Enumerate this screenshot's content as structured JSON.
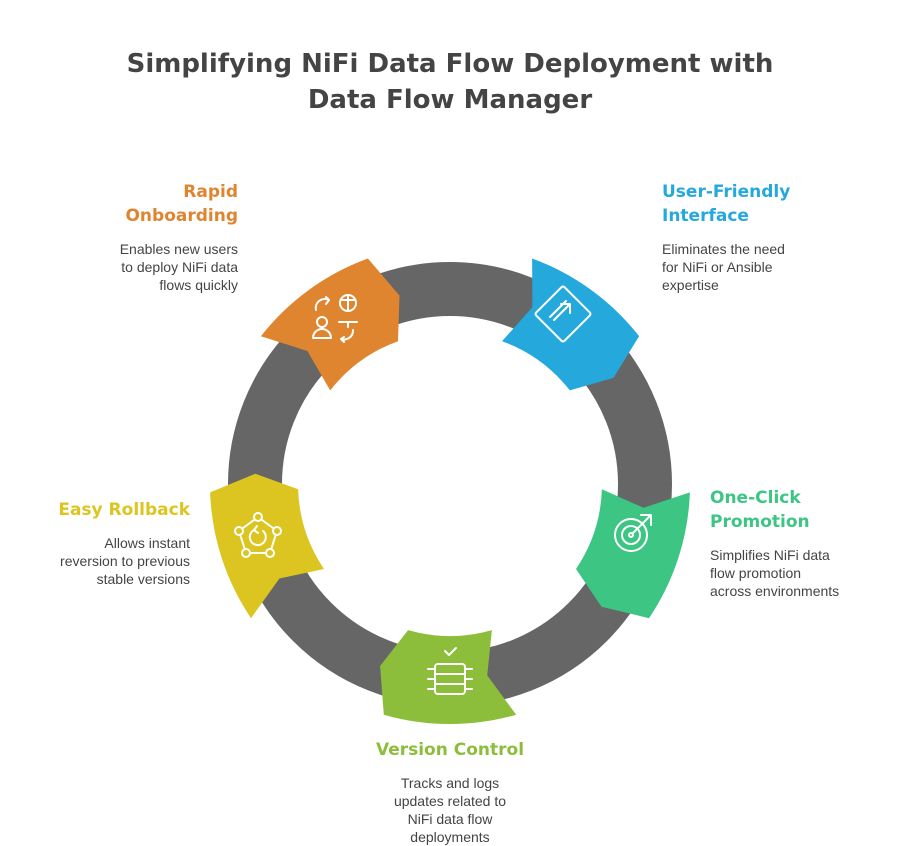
{
  "title": [
    "Simplifying NiFi Data Flow Deployment with",
    "Data Flow Manager"
  ],
  "steps": [
    {
      "heading": [
        "User-Friendly",
        "Interface"
      ],
      "description": [
        "Eliminates the need",
        "for NiFi or Ansible",
        "expertise"
      ],
      "color": "#25A9DD",
      "icon": "pointer-cursor-icon"
    },
    {
      "heading": [
        "One-Click",
        "Promotion"
      ],
      "description": [
        "Simplifies NiFi data",
        "flow promotion",
        "across environments"
      ],
      "color": "#3DC584",
      "icon": "target-arrow-icon"
    },
    {
      "heading": [
        "Version Control"
      ],
      "description": [
        "Tracks and logs",
        "updates related to",
        "NiFi data flow",
        "deployments"
      ],
      "color": "#8DBE3B",
      "icon": "versioned-server-icon"
    },
    {
      "heading": [
        "Easy Rollback"
      ],
      "description": [
        "Allows instant",
        "reversion to previous",
        "stable versions"
      ],
      "color": "#DCC520",
      "icon": "rollback-network-icon"
    },
    {
      "heading": [
        "Rapid",
        "Onboarding"
      ],
      "description": [
        "Enables new users",
        "to deploy NiFi data",
        "flows quickly"
      ],
      "color": "#DF8530",
      "icon": "user-onboarding-icon"
    }
  ],
  "ring_color": "#666666"
}
